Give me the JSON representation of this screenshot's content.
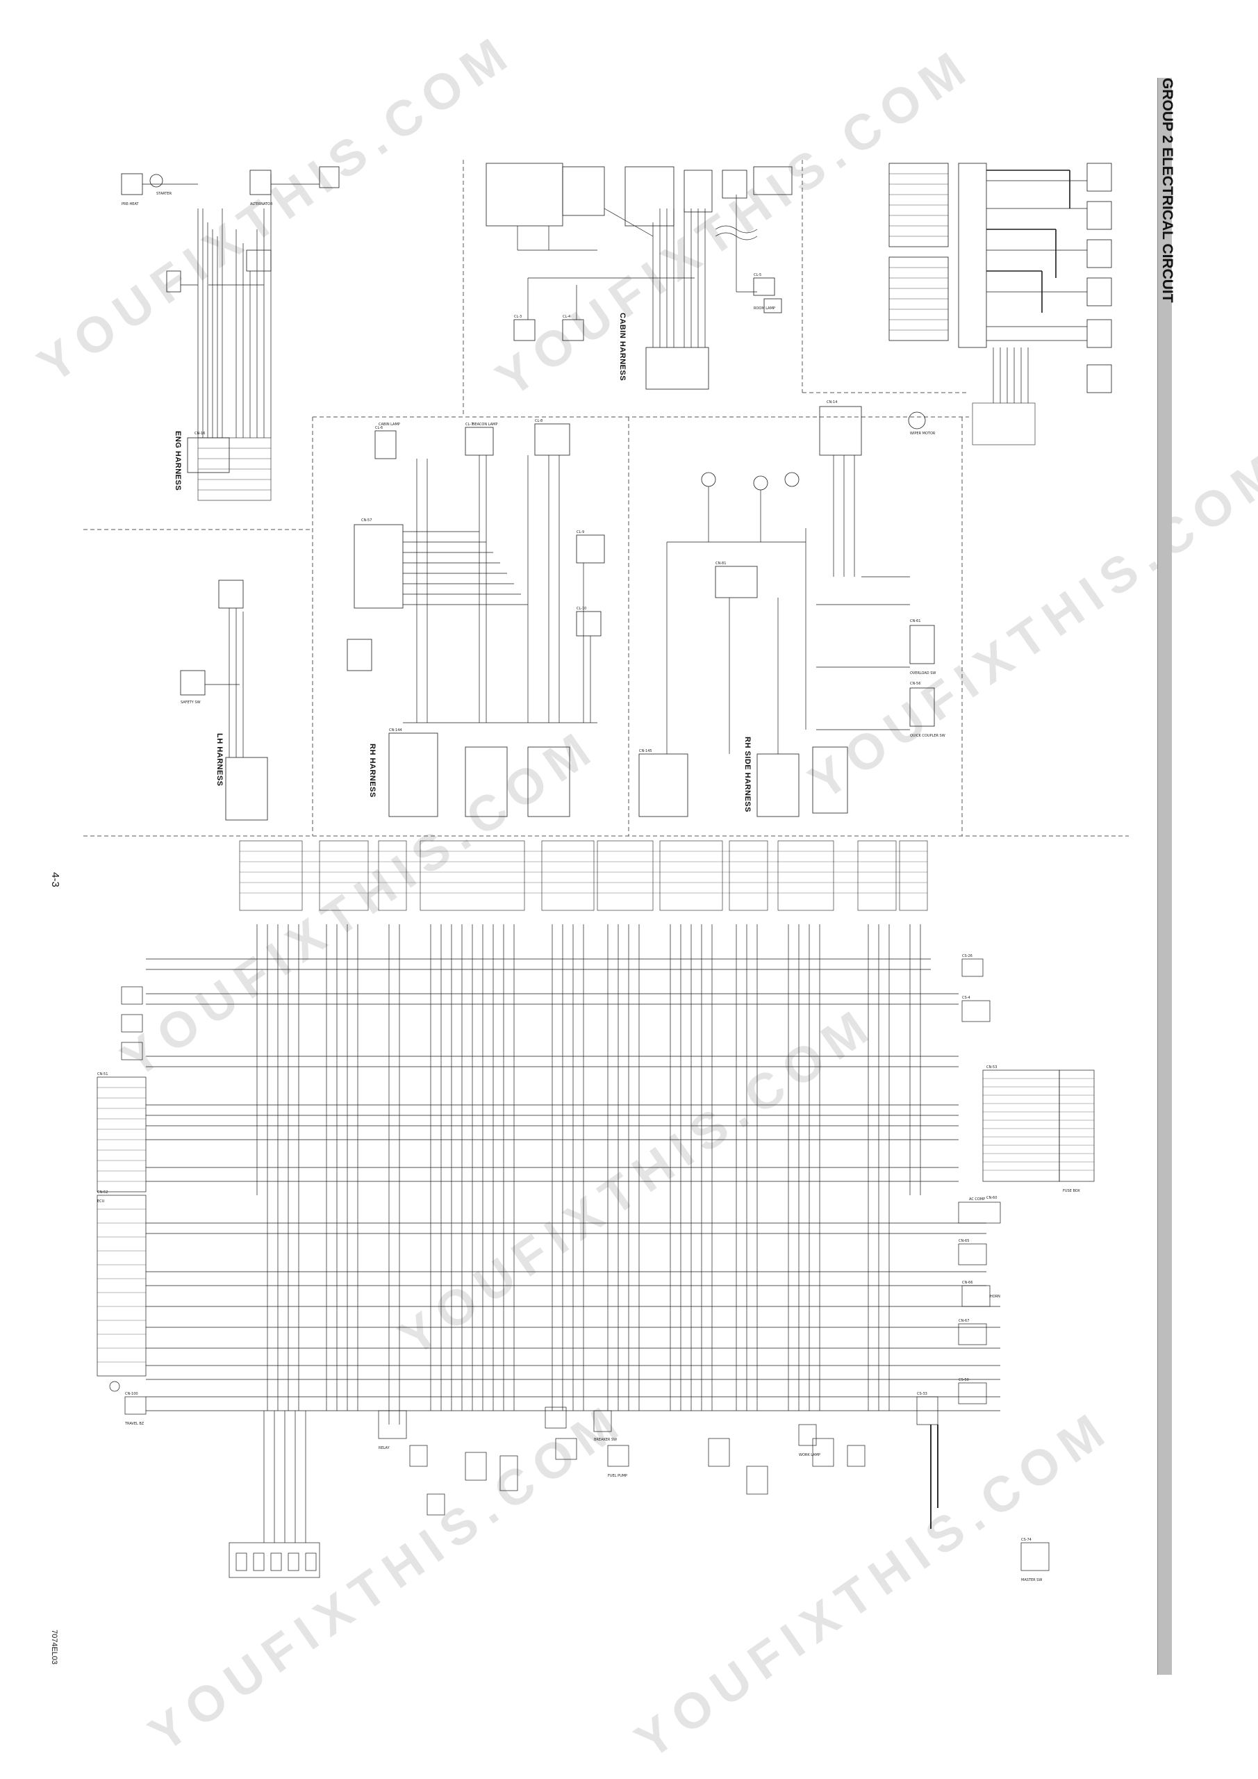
{
  "page": {
    "title": "GROUP 2  ELECTRICAL CIRCUIT",
    "page_number": "4-3",
    "figure_code": "7074EL03"
  },
  "harness_labels": {
    "eng": "ENG HARNESS",
    "cabin": "CABIN HARNESS",
    "rh": "RH HARNESS",
    "rh_side": "RH SIDE HARNESS",
    "lh": "LH HARNESS"
  },
  "connector_labels": [
    "CN-14",
    "CN-16",
    "CN-51",
    "CN-52",
    "CN-53",
    "CN-60",
    "CN-61",
    "CN-56",
    "CN-57",
    "CN-65",
    "CN-66",
    "CN-67",
    "CN-100",
    "CN-144",
    "CN-145",
    "CS-4",
    "CS-26",
    "CS-33",
    "CS-50",
    "CS-74",
    "CL-3",
    "CL-4",
    "CL-5",
    "CL-6",
    "CL-7",
    "CL-8",
    "CL-9",
    "CL-10",
    "CN-81"
  ],
  "component_labels": [
    "AC COMP",
    "HORN",
    "BREAKER SW",
    "BEACON LAMP",
    "CABIN LAMP",
    "ROOM LAMP",
    "FUSE BOX",
    "SAFETY SW",
    "TRAVEL BZ",
    "WORK LAMP",
    "FUEL PUMP",
    "STARTER",
    "ALTERNATOR",
    "PRE-HEAT",
    "RELAY",
    "ECU",
    "WIPER MOTOR",
    "QUICK COUPLER SW",
    "OVERLOAD SW",
    "MASTER SW"
  ],
  "watermark": "YOUFIXTHIS.COM",
  "colors": {
    "line": "#1a1a1a",
    "dash": "#555555",
    "title_bar": "#bdbdbd",
    "watermark": "#e4e4e4"
  }
}
